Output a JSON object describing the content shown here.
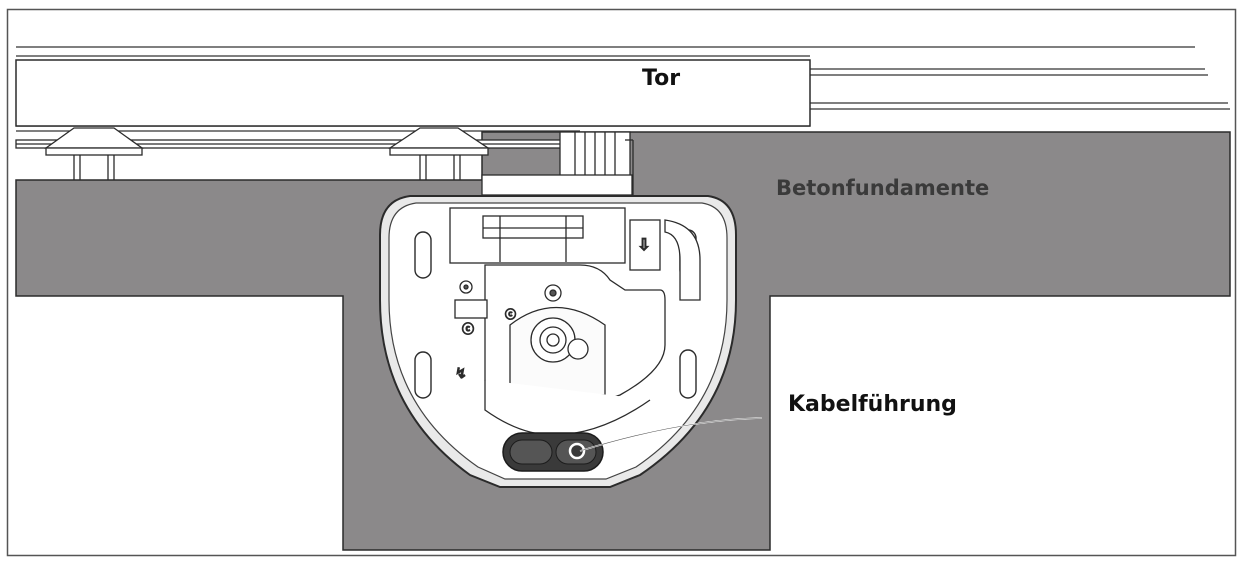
{
  "labels": {
    "gate": "Tor",
    "foundation": "Betonfundamente",
    "cable_guide": "Kabelführung"
  },
  "colors": {
    "concrete": "#8b898a",
    "outline": "#2b2b2b",
    "device_fill": "#ffffff",
    "device_shadow": "#e9e9e9",
    "grommet": "#3a3a3a"
  }
}
